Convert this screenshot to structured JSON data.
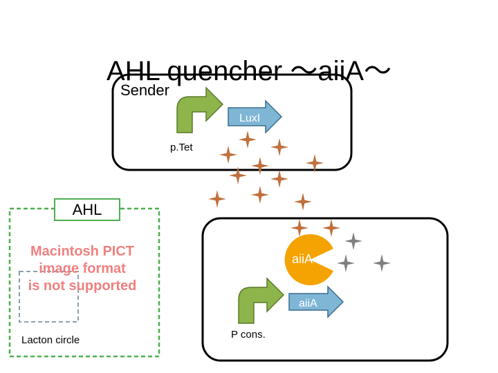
{
  "title": "AHL quencher ～aiiA～",
  "sender": {
    "label": "Sender",
    "gene": "LuxI",
    "promoter": "p.Tet"
  },
  "receiver": {
    "enzyme_label": "aiiA",
    "gene": "aiiA",
    "promoter": "P cons."
  },
  "ahl_box": {
    "label": "AHL",
    "placeholder_text": "Macintosh PICT\nimage format\nis not supported",
    "caption": "Lacton circle"
  },
  "colors": {
    "promoter_arrow": "#8db54b",
    "gene_arrow": "#7fb6d6",
    "ahl_molecule": "#c0703c",
    "degraded_molecule": "#7f7f7f",
    "enzyme": "#f5a300",
    "ahl_box_border": "#4caf50"
  },
  "icons": {
    "ahl_molecule": "four-point-star-icon",
    "enzyme": "pacman-icon",
    "promoter": "bent-arrow-icon",
    "gene": "block-arrow-icon"
  }
}
